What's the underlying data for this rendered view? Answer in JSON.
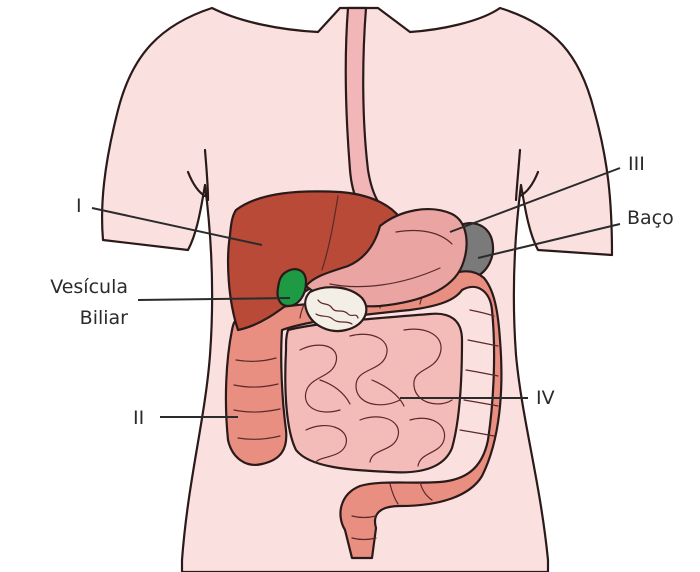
{
  "labels": {
    "liver": "I",
    "large_intestine": "II",
    "stomach": "III",
    "spleen": "Baço",
    "small_intestine": "IV",
    "gallbladder_line1": "Vesícula",
    "gallbladder_line2": "Biliar"
  },
  "colors": {
    "skin": "#fbe0e0",
    "liver": "#b84a37",
    "stomach": "#eaa4a2",
    "esophagus": "#f2b6b8",
    "large_intestine": "#e98f81",
    "small_intestine": "#f4bcb8",
    "gallbladder": "#1f9a44",
    "spleen": "#7a7a7a",
    "pancreas": "#f3eee6"
  }
}
